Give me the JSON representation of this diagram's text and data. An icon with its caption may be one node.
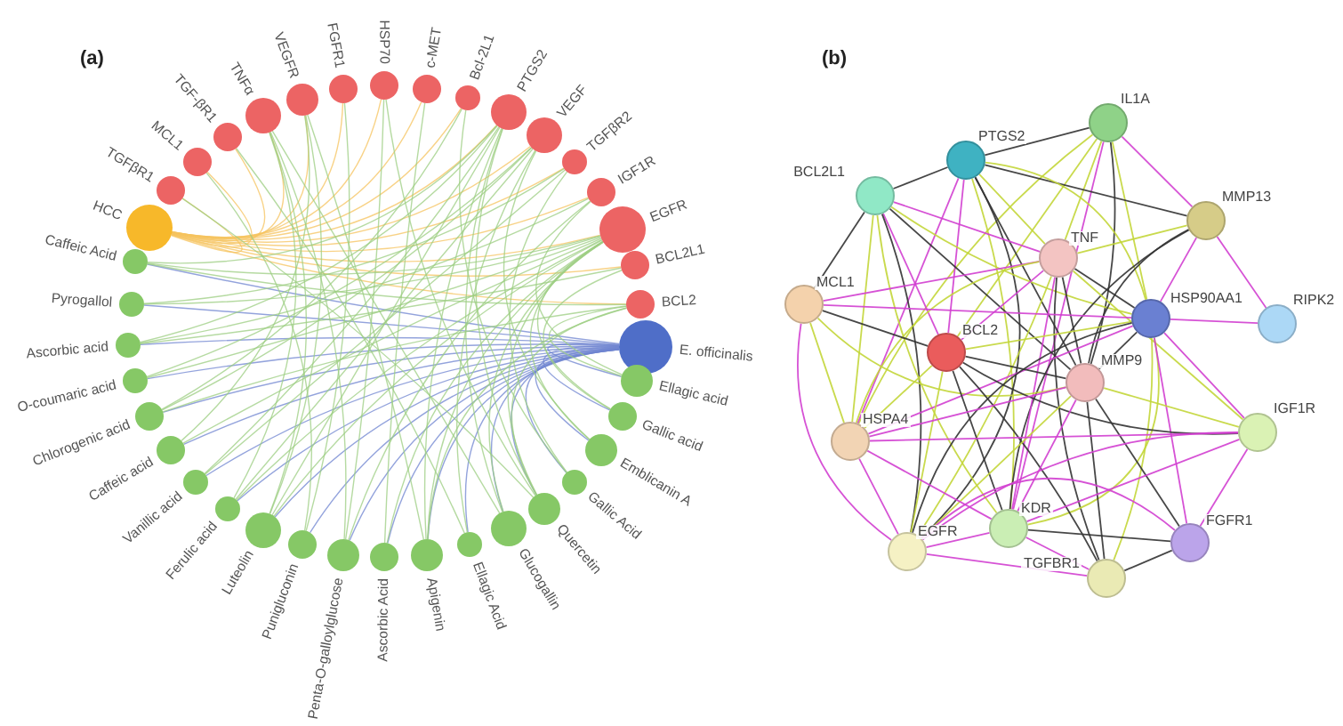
{
  "diagram": {
    "nodes": [
      {
        "text": [
          "HCC"
        ]
      },
      {
        "text": [
          "TGFβR1"
        ]
      },
      {
        "text": [
          "MCL1"
        ]
      },
      {
        "text": [
          "TGF-βR1"
        ]
      },
      {
        "text": [
          "TNFα"
        ]
      },
      {
        "text": [
          "VEGFR"
        ]
      },
      {
        "text": [
          "FGFR1"
        ]
      },
      {
        "text": [
          "HSP70"
        ]
      },
      {
        "text": [
          "c-MET"
        ]
      },
      {
        "text": [
          "Bcl-2L1"
        ]
      },
      {
        "text": [
          "PTGS2"
        ]
      },
      {
        "text": [
          "VEGF"
        ]
      },
      {
        "text": [
          "TGFβR2"
        ]
      },
      {
        "text": [
          "IGF1R"
        ]
      },
      {
        "text": [
          "EGFR"
        ]
      },
      {
        "text": [
          "BCL2L1"
        ]
      },
      {
        "text": [
          "BCL2"
        ]
      },
      {
        "text": [
          "E. officinalis"
        ]
      },
      {
        "text": [
          "Caffeic Acid"
        ]
      },
      {
        "text": [
          "Pyrogallol"
        ]
      },
      {
        "text": [
          "Ascorbic acid"
        ]
      },
      {
        "text": [
          "O-coumaric acid"
        ]
      },
      {
        "text": [
          "Chlorogenic acid"
        ]
      },
      {
        "text": [
          "Caffeic acid"
        ]
      },
      {
        "text": [
          "Vanillic acid"
        ]
      },
      {
        "text": [
          "Ferulic acid"
        ]
      },
      {
        "text": [
          "Luteolin"
        ]
      },
      {
        "text": [
          "Punigluconin"
        ]
      },
      {
        "text": [
          "Penta-O-galloylglucose"
        ]
      },
      {
        "text": [
          "Ascorbic Acid"
        ]
      },
      {
        "text": [
          "Apigenin"
        ]
      },
      {
        "text": [
          "Ellagic Acid"
        ]
      },
      {
        "text": [
          "Glucogallin"
        ]
      },
      {
        "text": [
          "Quercetin"
        ]
      },
      {
        "text": [
          "Gallic Acid"
        ]
      },
      {
        "text": [
          "Emblicanin A"
        ]
      },
      {
        "text": [
          "Gallic acid"
        ]
      },
      {
        "text": [
          "Ellagic acid"
        ]
      },
      {
        "text": [
          "IL1A"
        ]
      },
      {
        "text": [
          "PTGS2"
        ]
      },
      {
        "text": [
          "BCL2L1"
        ]
      },
      {
        "text": [
          "MMP13"
        ]
      },
      {
        "text": [
          "TNF"
        ]
      },
      {
        "text": [
          "MCL1"
        ]
      },
      {
        "text": [
          "HSP90AA1"
        ]
      },
      {
        "text": [
          "RIPK2"
        ]
      },
      {
        "text": [
          "BCL2"
        ]
      },
      {
        "text": [
          "MMP9"
        ]
      },
      {
        "text": [
          "HSPA4"
        ]
      },
      {
        "text": [
          "IGF1R"
        ]
      },
      {
        "text": [
          "KDR"
        ]
      },
      {
        "text": [
          "EGFR"
        ]
      },
      {
        "text": [
          "FGFR1"
        ]
      },
      {
        "text": [
          "TGFBR1"
        ]
      }
    ],
    "edges": [
      {
        "from": 0,
        "to": 1,
        "arrow": "none",
        "color": "#f5c35e"
      },
      {
        "from": 0,
        "to": 2,
        "arrow": "none",
        "color": "#f5c35e"
      },
      {
        "from": 0,
        "to": 3,
        "arrow": "none",
        "color": "#f5c35e"
      },
      {
        "from": 0,
        "to": 4,
        "arrow": "none",
        "color": "#f5c35e"
      },
      {
        "from": 0,
        "to": 5,
        "arrow": "none",
        "color": "#f5c35e"
      },
      {
        "from": 0,
        "to": 6,
        "arrow": "none",
        "color": "#f5c35e"
      },
      {
        "from": 0,
        "to": 7,
        "arrow": "none",
        "color": "#f5c35e"
      },
      {
        "from": 0,
        "to": 8,
        "arrow": "none",
        "color": "#f5c35e"
      },
      {
        "from": 0,
        "to": 9,
        "arrow": "none",
        "color": "#f5c35e"
      },
      {
        "from": 0,
        "to": 10,
        "arrow": "none",
        "color": "#f5c35e"
      },
      {
        "from": 0,
        "to": 11,
        "arrow": "none",
        "color": "#f5c35e"
      },
      {
        "from": 0,
        "to": 12,
        "arrow": "none",
        "color": "#f5c35e"
      },
      {
        "from": 0,
        "to": 13,
        "arrow": "none",
        "color": "#f5c35e"
      },
      {
        "from": 0,
        "to": 14,
        "arrow": "none",
        "color": "#f5c35e"
      },
      {
        "from": 0,
        "to": 15,
        "arrow": "none",
        "color": "#f5c35e"
      },
      {
        "from": 0,
        "to": 16,
        "arrow": "none",
        "color": "#f5c35e"
      },
      {
        "from": 17,
        "to": 18,
        "arrow": "none",
        "color": "#6f84d0"
      },
      {
        "from": 17,
        "to": 19,
        "arrow": "none",
        "color": "#6f84d0"
      },
      {
        "from": 17,
        "to": 20,
        "arrow": "none",
        "color": "#6f84d0"
      },
      {
        "from": 17,
        "to": 21,
        "arrow": "none",
        "color": "#6f84d0"
      },
      {
        "from": 17,
        "to": 22,
        "arrow": "none",
        "color": "#6f84d0"
      },
      {
        "from": 17,
        "to": 23,
        "arrow": "none",
        "color": "#6f84d0"
      },
      {
        "from": 17,
        "to": 24,
        "arrow": "none",
        "color": "#6f84d0"
      },
      {
        "from": 17,
        "to": 25,
        "arrow": "none",
        "color": "#6f84d0"
      },
      {
        "from": 17,
        "to": 26,
        "arrow": "none",
        "color": "#6f84d0"
      },
      {
        "from": 17,
        "to": 27,
        "arrow": "none",
        "color": "#6f84d0"
      },
      {
        "from": 17,
        "to": 28,
        "arrow": "none",
        "color": "#6f84d0"
      },
      {
        "from": 17,
        "to": 29,
        "arrow": "none",
        "color": "#6f84d0"
      },
      {
        "from": 17,
        "to": 30,
        "arrow": "none",
        "color": "#6f84d0"
      },
      {
        "from": 17,
        "to": 31,
        "arrow": "none",
        "color": "#6f84d0"
      },
      {
        "from": 17,
        "to": 32,
        "arrow": "none",
        "color": "#6f84d0"
      },
      {
        "from": 17,
        "to": 33,
        "arrow": "none",
        "color": "#6f84d0"
      },
      {
        "from": 17,
        "to": 34,
        "arrow": "none",
        "color": "#6f84d0"
      },
      {
        "from": 17,
        "to": 35,
        "arrow": "none",
        "color": "#6f84d0"
      },
      {
        "from": 17,
        "to": 36,
        "arrow": "none",
        "color": "#6f84d0"
      },
      {
        "from": 17,
        "to": 37,
        "arrow": "none",
        "color": "#6f84d0"
      },
      {
        "from": 18,
        "to": 14,
        "arrow": "none"
      },
      {
        "from": 18,
        "to": 16,
        "arrow": "none"
      },
      {
        "from": 18,
        "to": 10,
        "arrow": "none"
      },
      {
        "from": 19,
        "to": 14,
        "arrow": "none"
      },
      {
        "from": 19,
        "to": 12,
        "arrow": "none"
      },
      {
        "from": 20,
        "to": 15,
        "arrow": "none"
      },
      {
        "from": 20,
        "to": 13,
        "arrow": "none"
      },
      {
        "from": 20,
        "to": 10,
        "arrow": "none"
      },
      {
        "from": 21,
        "to": 14,
        "arrow": "none"
      },
      {
        "from": 21,
        "to": 11,
        "arrow": "none"
      },
      {
        "from": 22,
        "to": 16,
        "arrow": "none"
      },
      {
        "from": 22,
        "to": 11,
        "arrow": "none"
      },
      {
        "from": 22,
        "to": 9,
        "arrow": "none"
      },
      {
        "from": 23,
        "to": 14,
        "arrow": "none"
      },
      {
        "from": 23,
        "to": 5,
        "arrow": "none"
      },
      {
        "from": 24,
        "to": 12,
        "arrow": "none"
      },
      {
        "from": 24,
        "to": 10,
        "arrow": "none"
      },
      {
        "from": 25,
        "to": 14,
        "arrow": "none"
      },
      {
        "from": 25,
        "to": 11,
        "arrow": "none"
      },
      {
        "from": 25,
        "to": 4,
        "arrow": "none"
      },
      {
        "from": 26,
        "to": 4,
        "arrow": "none"
      },
      {
        "from": 26,
        "to": 5,
        "arrow": "none"
      },
      {
        "from": 26,
        "to": 10,
        "arrow": "none"
      },
      {
        "from": 26,
        "to": 14,
        "arrow": "none"
      },
      {
        "from": 27,
        "to": 6,
        "arrow": "none"
      },
      {
        "from": 27,
        "to": 2,
        "arrow": "none"
      },
      {
        "from": 28,
        "to": 7,
        "arrow": "none"
      },
      {
        "from": 28,
        "to": 4,
        "arrow": "none"
      },
      {
        "from": 28,
        "to": 13,
        "arrow": "none"
      },
      {
        "from": 29,
        "to": 8,
        "arrow": "none"
      },
      {
        "from": 29,
        "to": 14,
        "arrow": "none"
      },
      {
        "from": 30,
        "to": 5,
        "arrow": "none"
      },
      {
        "from": 30,
        "to": 10,
        "arrow": "none"
      },
      {
        "from": 30,
        "to": 16,
        "arrow": "none"
      },
      {
        "from": 30,
        "to": 14,
        "arrow": "none"
      },
      {
        "from": 31,
        "to": 3,
        "arrow": "none"
      },
      {
        "from": 31,
        "to": 11,
        "arrow": "none"
      },
      {
        "from": 32,
        "to": 4,
        "arrow": "none"
      },
      {
        "from": 32,
        "to": 10,
        "arrow": "none"
      },
      {
        "from": 32,
        "to": 14,
        "arrow": "none"
      },
      {
        "from": 33,
        "to": 1,
        "arrow": "none"
      },
      {
        "from": 33,
        "to": 7,
        "arrow": "none"
      },
      {
        "from": 33,
        "to": 16,
        "arrow": "none"
      },
      {
        "from": 33,
        "to": 14,
        "arrow": "none"
      },
      {
        "from": 33,
        "to": 10,
        "arrow": "none"
      },
      {
        "from": 34,
        "to": 12,
        "arrow": "none"
      },
      {
        "from": 34,
        "to": 9,
        "arrow": "none"
      },
      {
        "from": 35,
        "to": 11,
        "arrow": "none"
      },
      {
        "from": 35,
        "to": 14,
        "arrow": "none"
      },
      {
        "from": 36,
        "to": 15,
        "arrow": "none"
      },
      {
        "from": 36,
        "to": 14,
        "arrow": "none"
      },
      {
        "from": 37,
        "to": 13,
        "arrow": "none"
      },
      {
        "from": 37,
        "to": 16,
        "arrow": "none"
      },
      {
        "from": 38,
        "to": 39,
        "arrow": "none",
        "color": "#333333"
      },
      {
        "from": 38,
        "to": 42,
        "arrow": "none",
        "color": "#c3d63a"
      },
      {
        "from": 38,
        "to": 41,
        "arrow": "none",
        "color": "#d23fd0"
      },
      {
        "from": 38,
        "to": 44,
        "arrow": "none",
        "color": "#c3d63a"
      },
      {
        "from": 38,
        "to": 47,
        "arrow": "none",
        "color": "#333333"
      },
      {
        "from": 38,
        "to": 46,
        "arrow": "none",
        "color": "#c3d63a"
      },
      {
        "from": 38,
        "to": 50,
        "arrow": "none",
        "color": "#d23fd0"
      },
      {
        "from": 38,
        "to": 48,
        "arrow": "none",
        "color": "#c3d63a"
      },
      {
        "from": 39,
        "to": 40,
        "arrow": "none",
        "color": "#333333"
      },
      {
        "from": 39,
        "to": 42,
        "arrow": "none",
        "color": "#c3d63a"
      },
      {
        "from": 39,
        "to": 41,
        "arrow": "none",
        "color": "#333333"
      },
      {
        "from": 39,
        "to": 46,
        "arrow": "none",
        "color": "#d23fd0"
      },
      {
        "from": 39,
        "to": 47,
        "arrow": "none",
        "color": "#333333"
      },
      {
        "from": 39,
        "to": 50,
        "arrow": "none",
        "color": "#c3d63a"
      },
      {
        "from": 39,
        "to": 51,
        "arrow": "none",
        "color": "#333333"
      },
      {
        "from": 39,
        "to": 48,
        "arrow": "none",
        "color": "#d23fd0"
      },
      {
        "from": 39,
        "to": 44,
        "arrow": "none",
        "color": "#c3d63a"
      },
      {
        "from": 40,
        "to": 43,
        "arrow": "none",
        "color": "#333333"
      },
      {
        "from": 40,
        "to": 46,
        "arrow": "none",
        "color": "#d23fd0"
      },
      {
        "from": 40,
        "to": 42,
        "arrow": "none",
        "color": "#d23fd0"
      },
      {
        "from": 40,
        "to": 44,
        "arrow": "none",
        "color": "#c3d63a"
      },
      {
        "from": 40,
        "to": 47,
        "arrow": "none",
        "color": "#333333"
      },
      {
        "from": 40,
        "to": 48,
        "arrow": "none",
        "color": "#c3d63a"
      },
      {
        "from": 40,
        "to": 51,
        "arrow": "none",
        "color": "#333333"
      },
      {
        "from": 40,
        "to": 50,
        "arrow": "none",
        "color": "#c3d63a"
      },
      {
        "from": 41,
        "to": 42,
        "arrow": "none",
        "color": "#c3d63a"
      },
      {
        "from": 41,
        "to": 44,
        "arrow": "none",
        "color": "#d23fd0"
      },
      {
        "from": 41,
        "to": 45,
        "arrow": "none",
        "color": "#d23fd0"
      },
      {
        "from": 41,
        "to": 47,
        "arrow": "none",
        "color": "#333333"
      },
      {
        "from": 41,
        "to": 50,
        "arrow": "none",
        "color": "#333333"
      },
      {
        "from": 42,
        "to": 43,
        "arrow": "none",
        "color": "#d23fd0"
      },
      {
        "from": 42,
        "to": 44,
        "arrow": "none",
        "color": "#333333"
      },
      {
        "from": 42,
        "to": 46,
        "arrow": "none",
        "color": "#d23fd0"
      },
      {
        "from": 42,
        "to": 47,
        "arrow": "none",
        "color": "#333333"
      },
      {
        "from": 42,
        "to": 48,
        "arrow": "none",
        "color": "#c3d63a"
      },
      {
        "from": 42,
        "to": 50,
        "arrow": "none",
        "color": "#d23fd0"
      },
      {
        "from": 42,
        "to": 51,
        "arrow": "none",
        "color": "#c3d63a"
      },
      {
        "from": 42,
        "to": 53,
        "arrow": "none",
        "color": "#333333"
      },
      {
        "from": 42,
        "to": 49,
        "arrow": "none",
        "color": "#c3d63a"
      },
      {
        "from": 43,
        "to": 46,
        "arrow": "none",
        "color": "#333333"
      },
      {
        "from": 43,
        "to": 44,
        "arrow": "none",
        "color": "#d23fd0"
      },
      {
        "from": 43,
        "to": 48,
        "arrow": "none",
        "color": "#c3d63a"
      },
      {
        "from": 43,
        "to": 51,
        "arrow": "none",
        "color": "#d23fd0"
      },
      {
        "from": 43,
        "to": 47,
        "arrow": "none",
        "color": "#c3d63a"
      },
      {
        "from": 44,
        "to": 45,
        "arrow": "none",
        "color": "#d23fd0"
      },
      {
        "from": 44,
        "to": 46,
        "arrow": "none",
        "color": "#c3d63a"
      },
      {
        "from": 44,
        "to": 47,
        "arrow": "none",
        "color": "#333333"
      },
      {
        "from": 44,
        "to": 48,
        "arrow": "none",
        "color": "#d23fd0"
      },
      {
        "from": 44,
        "to": 49,
        "arrow": "none",
        "color": "#d23fd0"
      },
      {
        "from": 44,
        "to": 50,
        "arrow": "none",
        "color": "#c3d63a"
      },
      {
        "from": 44,
        "to": 51,
        "arrow": "none",
        "color": "#333333"
      },
      {
        "from": 44,
        "to": 52,
        "arrow": "none",
        "color": "#d23fd0"
      },
      {
        "from": 44,
        "to": 53,
        "arrow": "none",
        "color": "#c3d63a"
      },
      {
        "from": 46,
        "to": 47,
        "arrow": "none",
        "color": "#333333"
      },
      {
        "from": 46,
        "to": 48,
        "arrow": "none",
        "color": "#c3d63a"
      },
      {
        "from": 46,
        "to": 50,
        "arrow": "none",
        "color": "#333333"
      },
      {
        "from": 46,
        "to": 51,
        "arrow": "none",
        "color": "#c3d63a"
      },
      {
        "from": 46,
        "to": 49,
        "arrow": "none",
        "color": "#333333"
      },
      {
        "from": 46,
        "to": 53,
        "arrow": "none",
        "color": "#333333"
      },
      {
        "from": 47,
        "to": 48,
        "arrow": "none",
        "color": "#d23fd0"
      },
      {
        "from": 47,
        "to": 49,
        "arrow": "none",
        "color": "#c3d63a"
      },
      {
        "from": 47,
        "to": 50,
        "arrow": "none",
        "color": "#d23fd0"
      },
      {
        "from": 47,
        "to": 51,
        "arrow": "none",
        "color": "#c3d63a"
      },
      {
        "from": 47,
        "to": 52,
        "arrow": "none",
        "color": "#333333"
      },
      {
        "from": 47,
        "to": 53,
        "arrow": "none",
        "color": "#333333"
      },
      {
        "from": 48,
        "to": 50,
        "arrow": "none",
        "color": "#d23fd0"
      },
      {
        "from": 48,
        "to": 51,
        "arrow": "none",
        "color": "#d23fd0"
      },
      {
        "from": 48,
        "to": 49,
        "arrow": "none",
        "color": "#d23fd0"
      },
      {
        "from": 49,
        "to": 50,
        "arrow": "none",
        "color": "#d23fd0"
      },
      {
        "from": 49,
        "to": 52,
        "arrow": "none",
        "color": "#d23fd0"
      },
      {
        "from": 49,
        "to": 51,
        "arrow": "none",
        "color": "#d23fd0"
      },
      {
        "from": 50,
        "to": 51,
        "arrow": "none",
        "color": "#d23fd0"
      },
      {
        "from": 50,
        "to": 52,
        "arrow": "none",
        "color": "#333333"
      },
      {
        "from": 50,
        "to": 53,
        "arrow": "none",
        "color": "#d23fd0"
      },
      {
        "from": 51,
        "to": 52,
        "arrow": "none",
        "color": "#d23fd0"
      },
      {
        "from": 51,
        "to": 53,
        "arrow": "none",
        "color": "#d23fd0"
      },
      {
        "from": 52,
        "to": 53,
        "arrow": "none",
        "color": "#333333"
      }
    ],
    "labels": [
      "(a)",
      "(b)"
    ]
  }
}
